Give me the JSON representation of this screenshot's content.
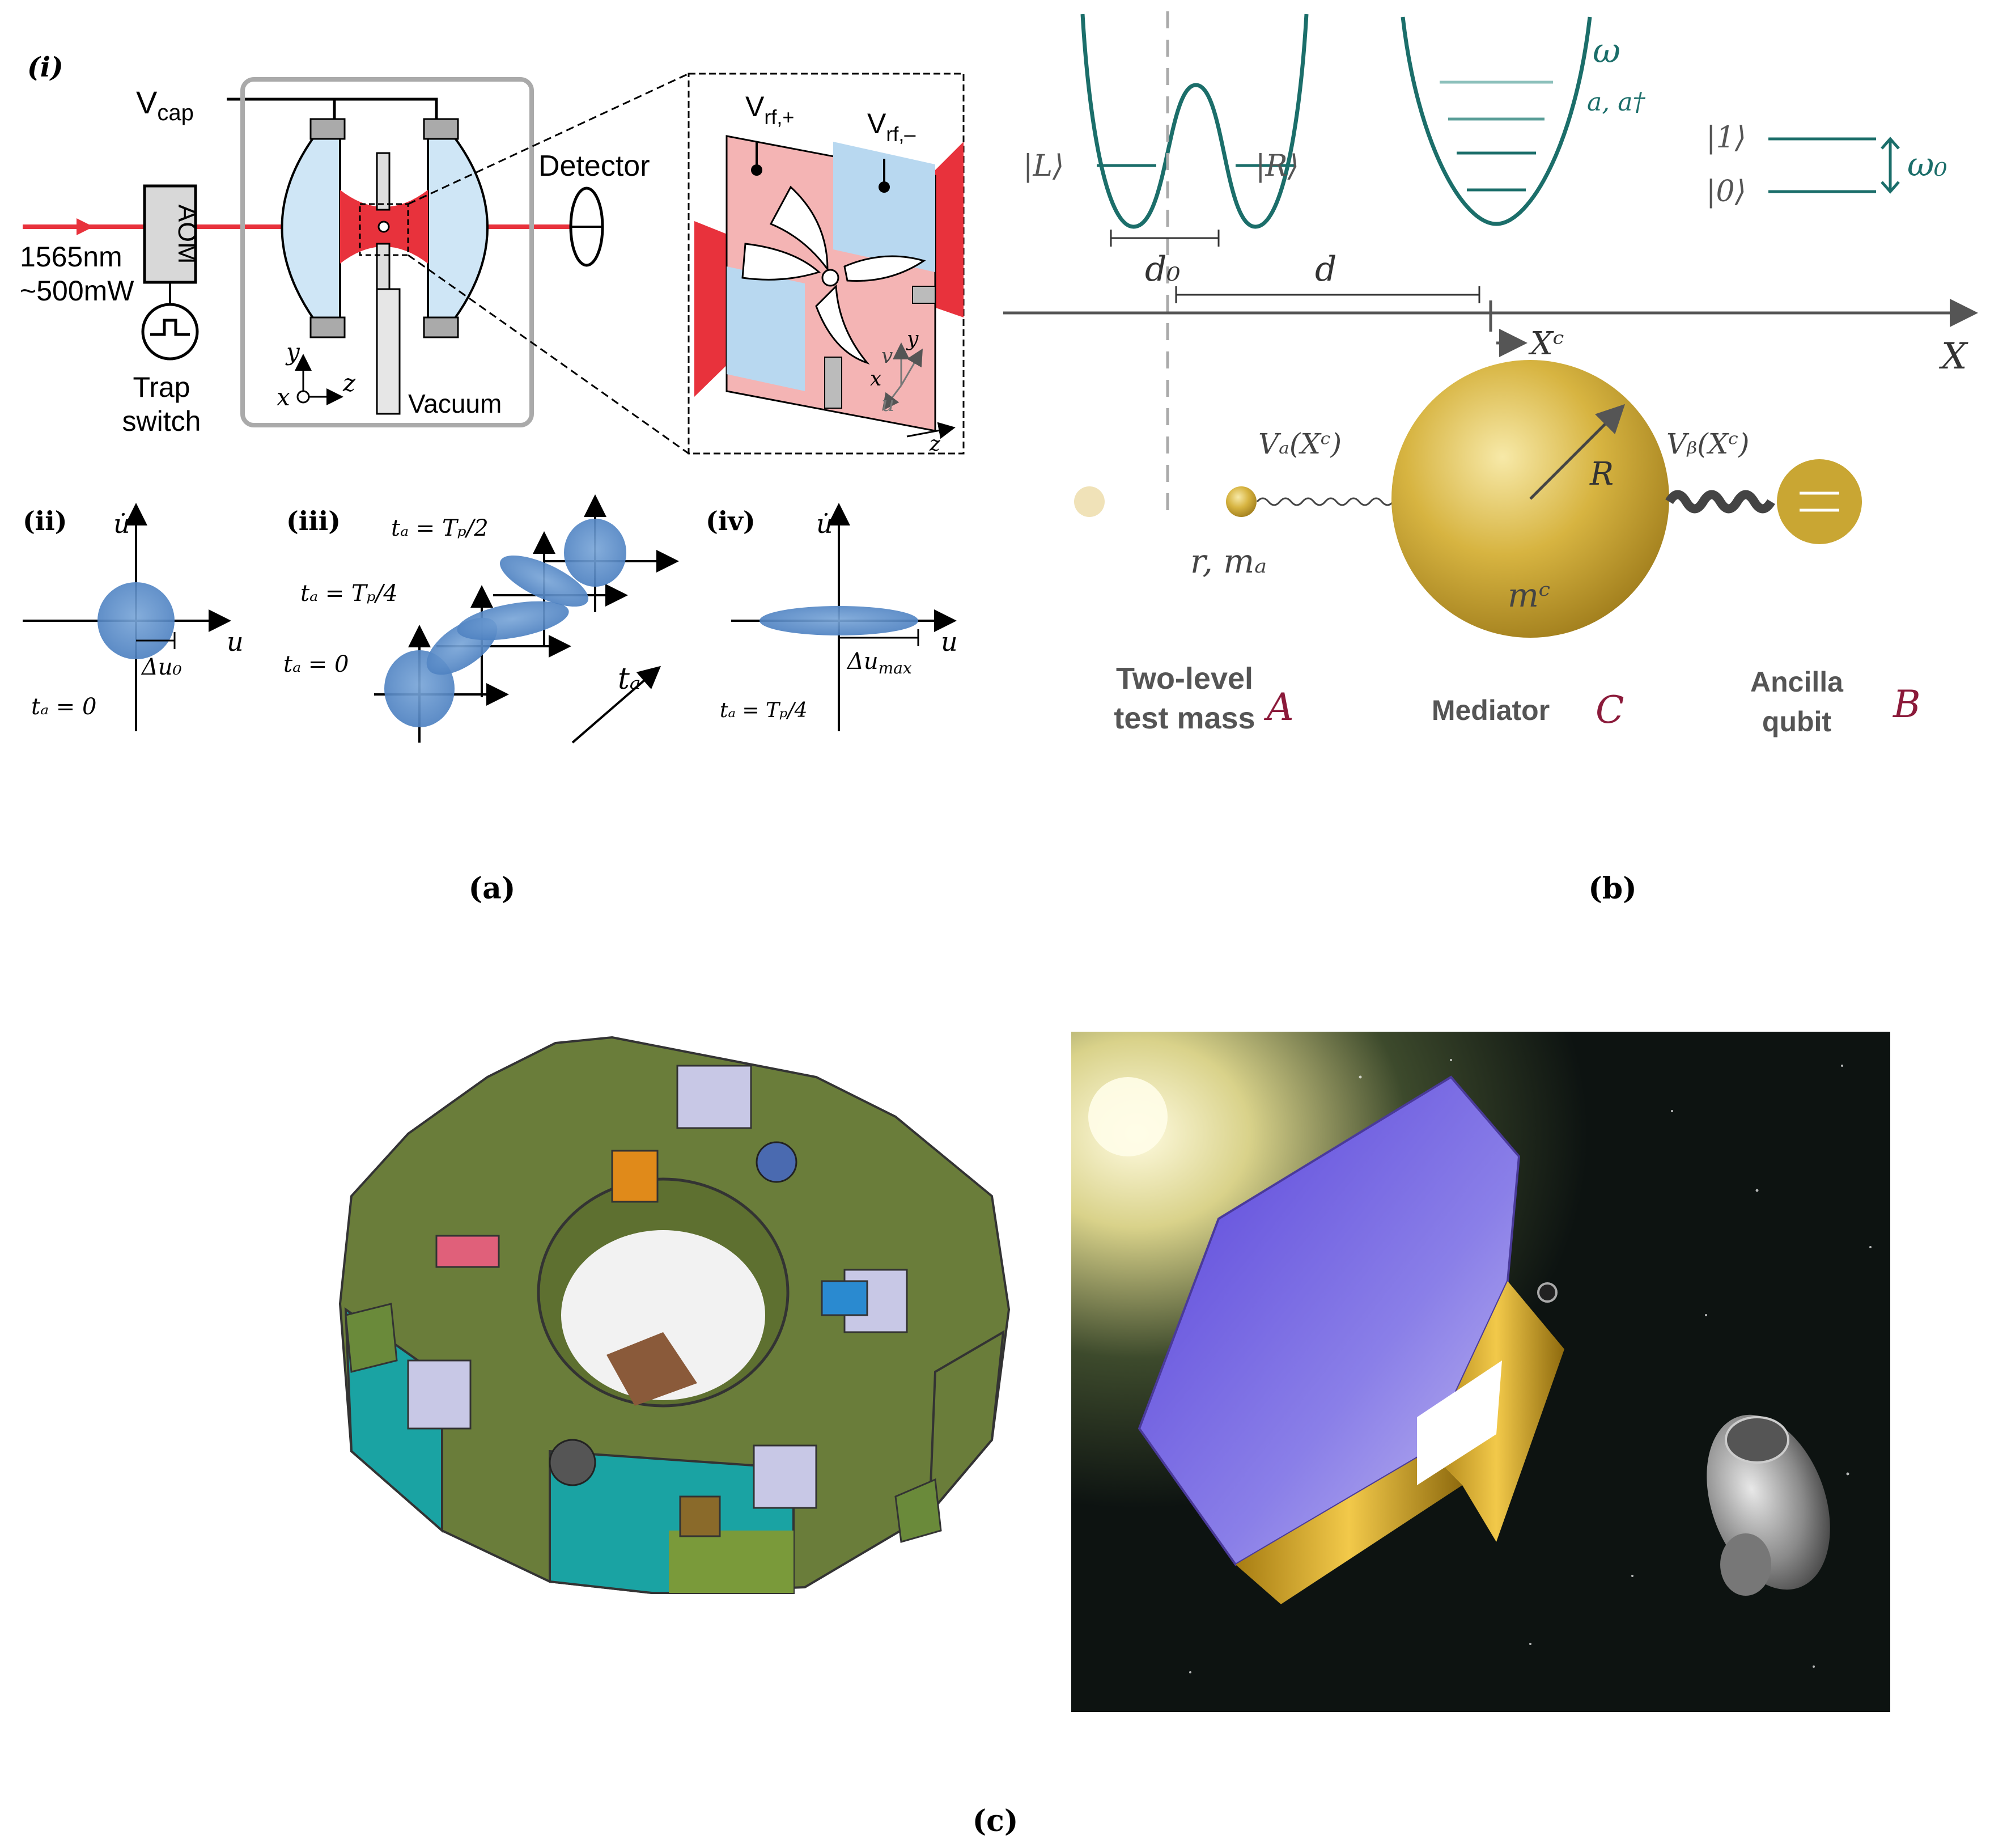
{
  "panel_a": {
    "panel_i_label": "(i)",
    "v_cap_base": "V",
    "v_cap_sub": "cap",
    "aom": "AOM",
    "laser_wavelength": "1565nm",
    "laser_power": "~500mW",
    "trap_switch_1": "Trap",
    "trap_switch_2": "switch",
    "detector": "Detector",
    "vacuum": "Vacuum",
    "axis_y": "y",
    "axis_x": "x",
    "axis_z": "z",
    "v_rf_plus_base": "V",
    "v_rf_plus_sub": "rf,+",
    "v_rf_minus_base": "V",
    "v_rf_minus_sub": "rf,–",
    "inset_v": "v",
    "inset_x": "x",
    "inset_y": "y",
    "inset_u": "u",
    "inset_z": "z",
    "panel_ii_label": "(ii)",
    "panel_iii_label": "(iii)",
    "panel_iv_label": "(iv)",
    "udot": "u̇",
    "u": "u",
    "delta_u0": "Δu₀",
    "delta_umax": "Δu",
    "delta_umax_sub": "max",
    "td0_ii": "tₐ = 0",
    "td_eq_0": "tₐ = 0",
    "td_eq_tp4": "tₐ = Tₚ/4",
    "td_eq_tp2": "tₐ = Tₚ/2",
    "td_axis": "tₐ",
    "td_tp4_iv": "tₐ = Tₚ/4",
    "caption": "(a)"
  },
  "panel_b": {
    "ket_L": "|L⟩",
    "ket_R": "|R⟩",
    "omega": "ω",
    "ladder_ops": "a, a†",
    "ket_1": "|1⟩",
    "ket_0": "|0⟩",
    "omega0": "ω₀",
    "d0": "d₀",
    "d": "d",
    "X": "X",
    "Xc": "Xᶜ",
    "Va": "Vₐ(Xᶜ)",
    "Vb": "Vᵦ(Xᶜ)",
    "R": "R",
    "r_ma": "r, mₐ",
    "mc": "mᶜ",
    "two_level_1": "Two-level",
    "two_level_2": "test mass",
    "label_A": "A",
    "mediator": "Mediator",
    "label_C": "C",
    "ancilla_1": "Ancilla",
    "ancilla_2": "qubit",
    "label_B": "B",
    "caption": "(b)"
  },
  "panel_c": {
    "caption": "(c)"
  },
  "colors": {
    "laser_red": "#e8323c",
    "lens_blue": "#cfe6f6",
    "teal": "#1b6e6a",
    "gold": "#c9a633",
    "label_crimson": "#8b1a3a",
    "label_grey": "#555555",
    "blob_blue": "#5b8fcc"
  }
}
